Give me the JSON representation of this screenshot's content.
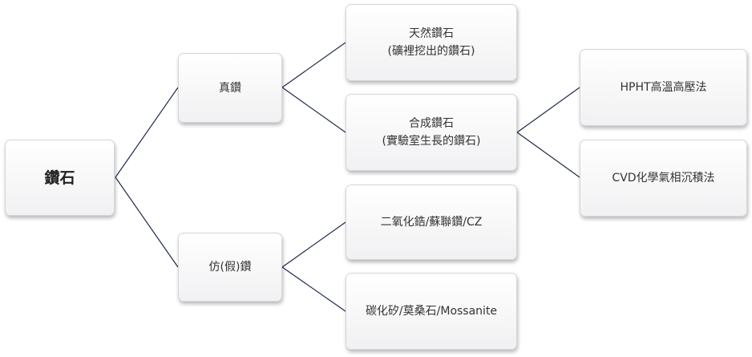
{
  "diagram": {
    "root": {
      "label": "鑽石"
    },
    "real": {
      "label": "真鑽"
    },
    "fake": {
      "label": "仿(假)鑽"
    },
    "natural": {
      "line1": "天然鑽石",
      "line2": "(礦裡挖出的鑽石)"
    },
    "synthetic": {
      "line1": "合成鑽石",
      "line2": "(實驗室生長的鑽石)"
    },
    "cz": {
      "label": "二氧化鋯/蘇聯鑽/CZ"
    },
    "moissanite": {
      "label": "碳化矽/莫桑石/Mossanite"
    },
    "hpht": {
      "label": "HPHT高溫高壓法"
    },
    "cvd": {
      "label": "CVD化學氣相沉積法"
    },
    "line_color": "#1f2b4a"
  }
}
